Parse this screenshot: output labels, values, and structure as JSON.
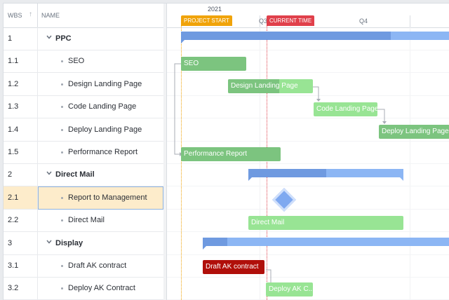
{
  "grid": {
    "header": {
      "wbs": "WBS",
      "name": "NAME"
    },
    "rows": [
      {
        "wbs": "1",
        "name": "PPC",
        "group": true
      },
      {
        "wbs": "1.1",
        "name": "SEO",
        "group": false
      },
      {
        "wbs": "1.2",
        "name": "Design Landing Page",
        "group": false
      },
      {
        "wbs": "1.3",
        "name": "Code Landing Page",
        "group": false
      },
      {
        "wbs": "1.4",
        "name": "Deploy Landing Page",
        "group": false
      },
      {
        "wbs": "1.5",
        "name": "Performance Report",
        "group": false
      },
      {
        "wbs": "2",
        "name": "Direct Mail",
        "group": true
      },
      {
        "wbs": "2.1",
        "name": "Report to Management",
        "group": false,
        "selected": true
      },
      {
        "wbs": "2.2",
        "name": "Direct Mail",
        "group": false
      },
      {
        "wbs": "3",
        "name": "Display",
        "group": true
      },
      {
        "wbs": "3.1",
        "name": "Draft AK contract",
        "group": false
      },
      {
        "wbs": "3.2",
        "name": "Deploy AK Contract",
        "group": false
      }
    ]
  },
  "timeline": {
    "year": "2021",
    "quarters": [
      "Q3",
      "Q4"
    ],
    "project_start_label": "PROJECT START",
    "current_time_label": "CURRENT TIME",
    "project_start_color": "#f0a30a",
    "current_time_color": "#e0404b"
  },
  "tasks": {
    "seo": "SEO",
    "design": "Design Landing Page",
    "code": "Code Landing Page",
    "deploy": "Deploy Landing Page",
    "perf": "Performance Report",
    "direct_mail": "Direct Mail",
    "draft_ak": "Draft AK contract",
    "deploy_ak": "Deploy AK C..."
  },
  "progress": {
    "ppc": 0.78,
    "direct_mail": 0.5,
    "display": 0.1,
    "design": 0.6
  },
  "colors": {
    "green": "#7cc47f",
    "light_green": "#98e494",
    "blue": "#6f9ae0",
    "light_blue": "#8cb6f4",
    "red": "#b00f0a",
    "selected": "#fdeccb"
  }
}
